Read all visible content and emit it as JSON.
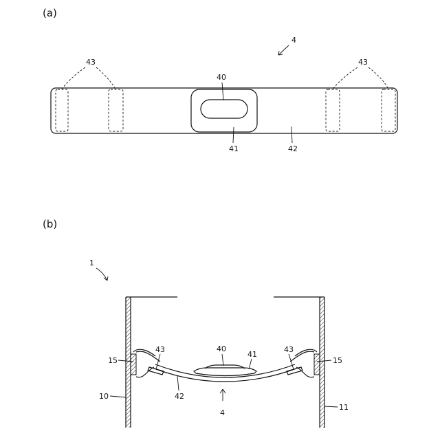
{
  "panel_a": {
    "tag": "(a)",
    "labels": {
      "device": "4",
      "pads_left": "43",
      "pads_right": "43",
      "window": "40",
      "frame": "41",
      "band": "42"
    }
  },
  "panel_b": {
    "tag": "(b)",
    "labels": {
      "assembly": "1",
      "wall_left": "10",
      "wall_right": "11",
      "clip_left": "15",
      "clip_right": "15",
      "pad_left": "43",
      "pad_right": "43",
      "window": "40",
      "frame": "41",
      "band": "42",
      "device": "4"
    }
  }
}
